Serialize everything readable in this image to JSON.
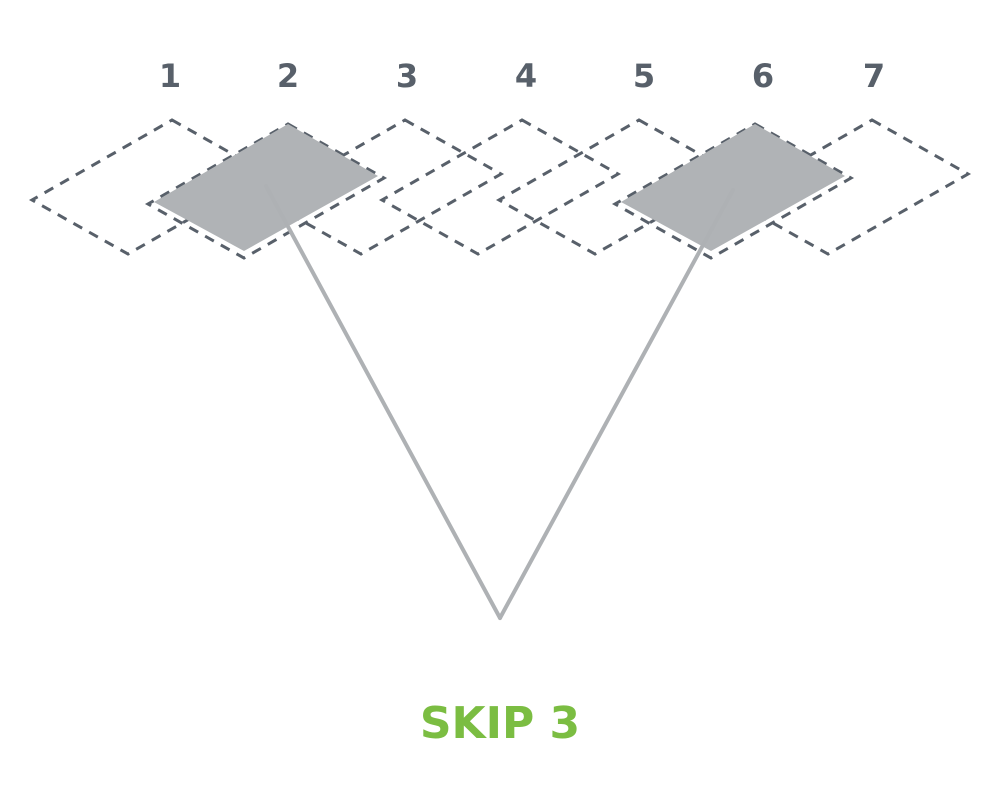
{
  "diagram": {
    "labels": [
      "1",
      "2",
      "3",
      "4",
      "5",
      "6",
      "7"
    ],
    "highlighted": [
      "2",
      "6"
    ],
    "caption": "SKIP 3"
  },
  "colors": {
    "label": "#58606a",
    "dashed_outline": "#58606a",
    "highlight_fill": "#b0b3b6",
    "connector": "#aeb1b4",
    "caption": "#7bbd42"
  }
}
